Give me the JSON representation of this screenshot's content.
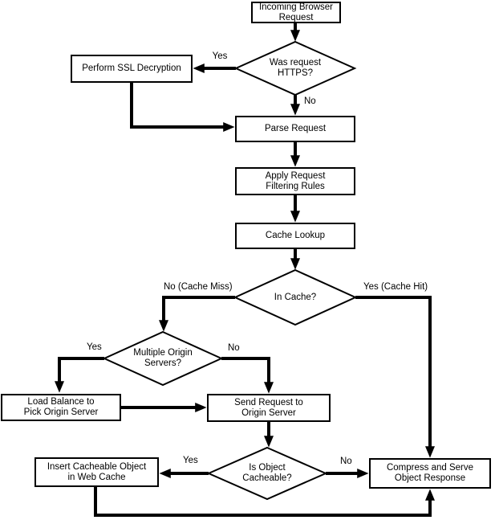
{
  "diagram": {
    "type": "flowchart",
    "nodes": {
      "incoming": "Incoming Browser\nRequest",
      "ssl": "Perform SSL Decryption",
      "parse": "Parse Request",
      "filter": "Apply Request\nFiltering Rules",
      "cache_lookup": "Cache Lookup",
      "load_balance": "Load Balance to\nPick Origin Server",
      "send_request": "Send Request to\nOrigin Server",
      "insert_cacheable": "Insert Cacheable Object\nin Web Cache",
      "compress_serve": "Compress and Serve\nObject Response"
    },
    "decisions": {
      "was_https": "Was request\nHTTPS?",
      "in_cache": "In Cache?",
      "multiple_origin": "Multiple Origin\nServers?",
      "is_cacheable": "Is Object\nCacheable?"
    },
    "edge_labels": {
      "https_yes": "Yes",
      "https_no": "No",
      "in_cache_no": "No (Cache Miss)",
      "in_cache_yes": "Yes (Cache Hit)",
      "multiple_yes": "Yes",
      "multiple_no": "No",
      "cacheable_yes": "Yes",
      "cacheable_no": "No"
    },
    "colors": {
      "line": "#000000",
      "node_fill": "#ffffff",
      "background": "#ffffff"
    }
  }
}
